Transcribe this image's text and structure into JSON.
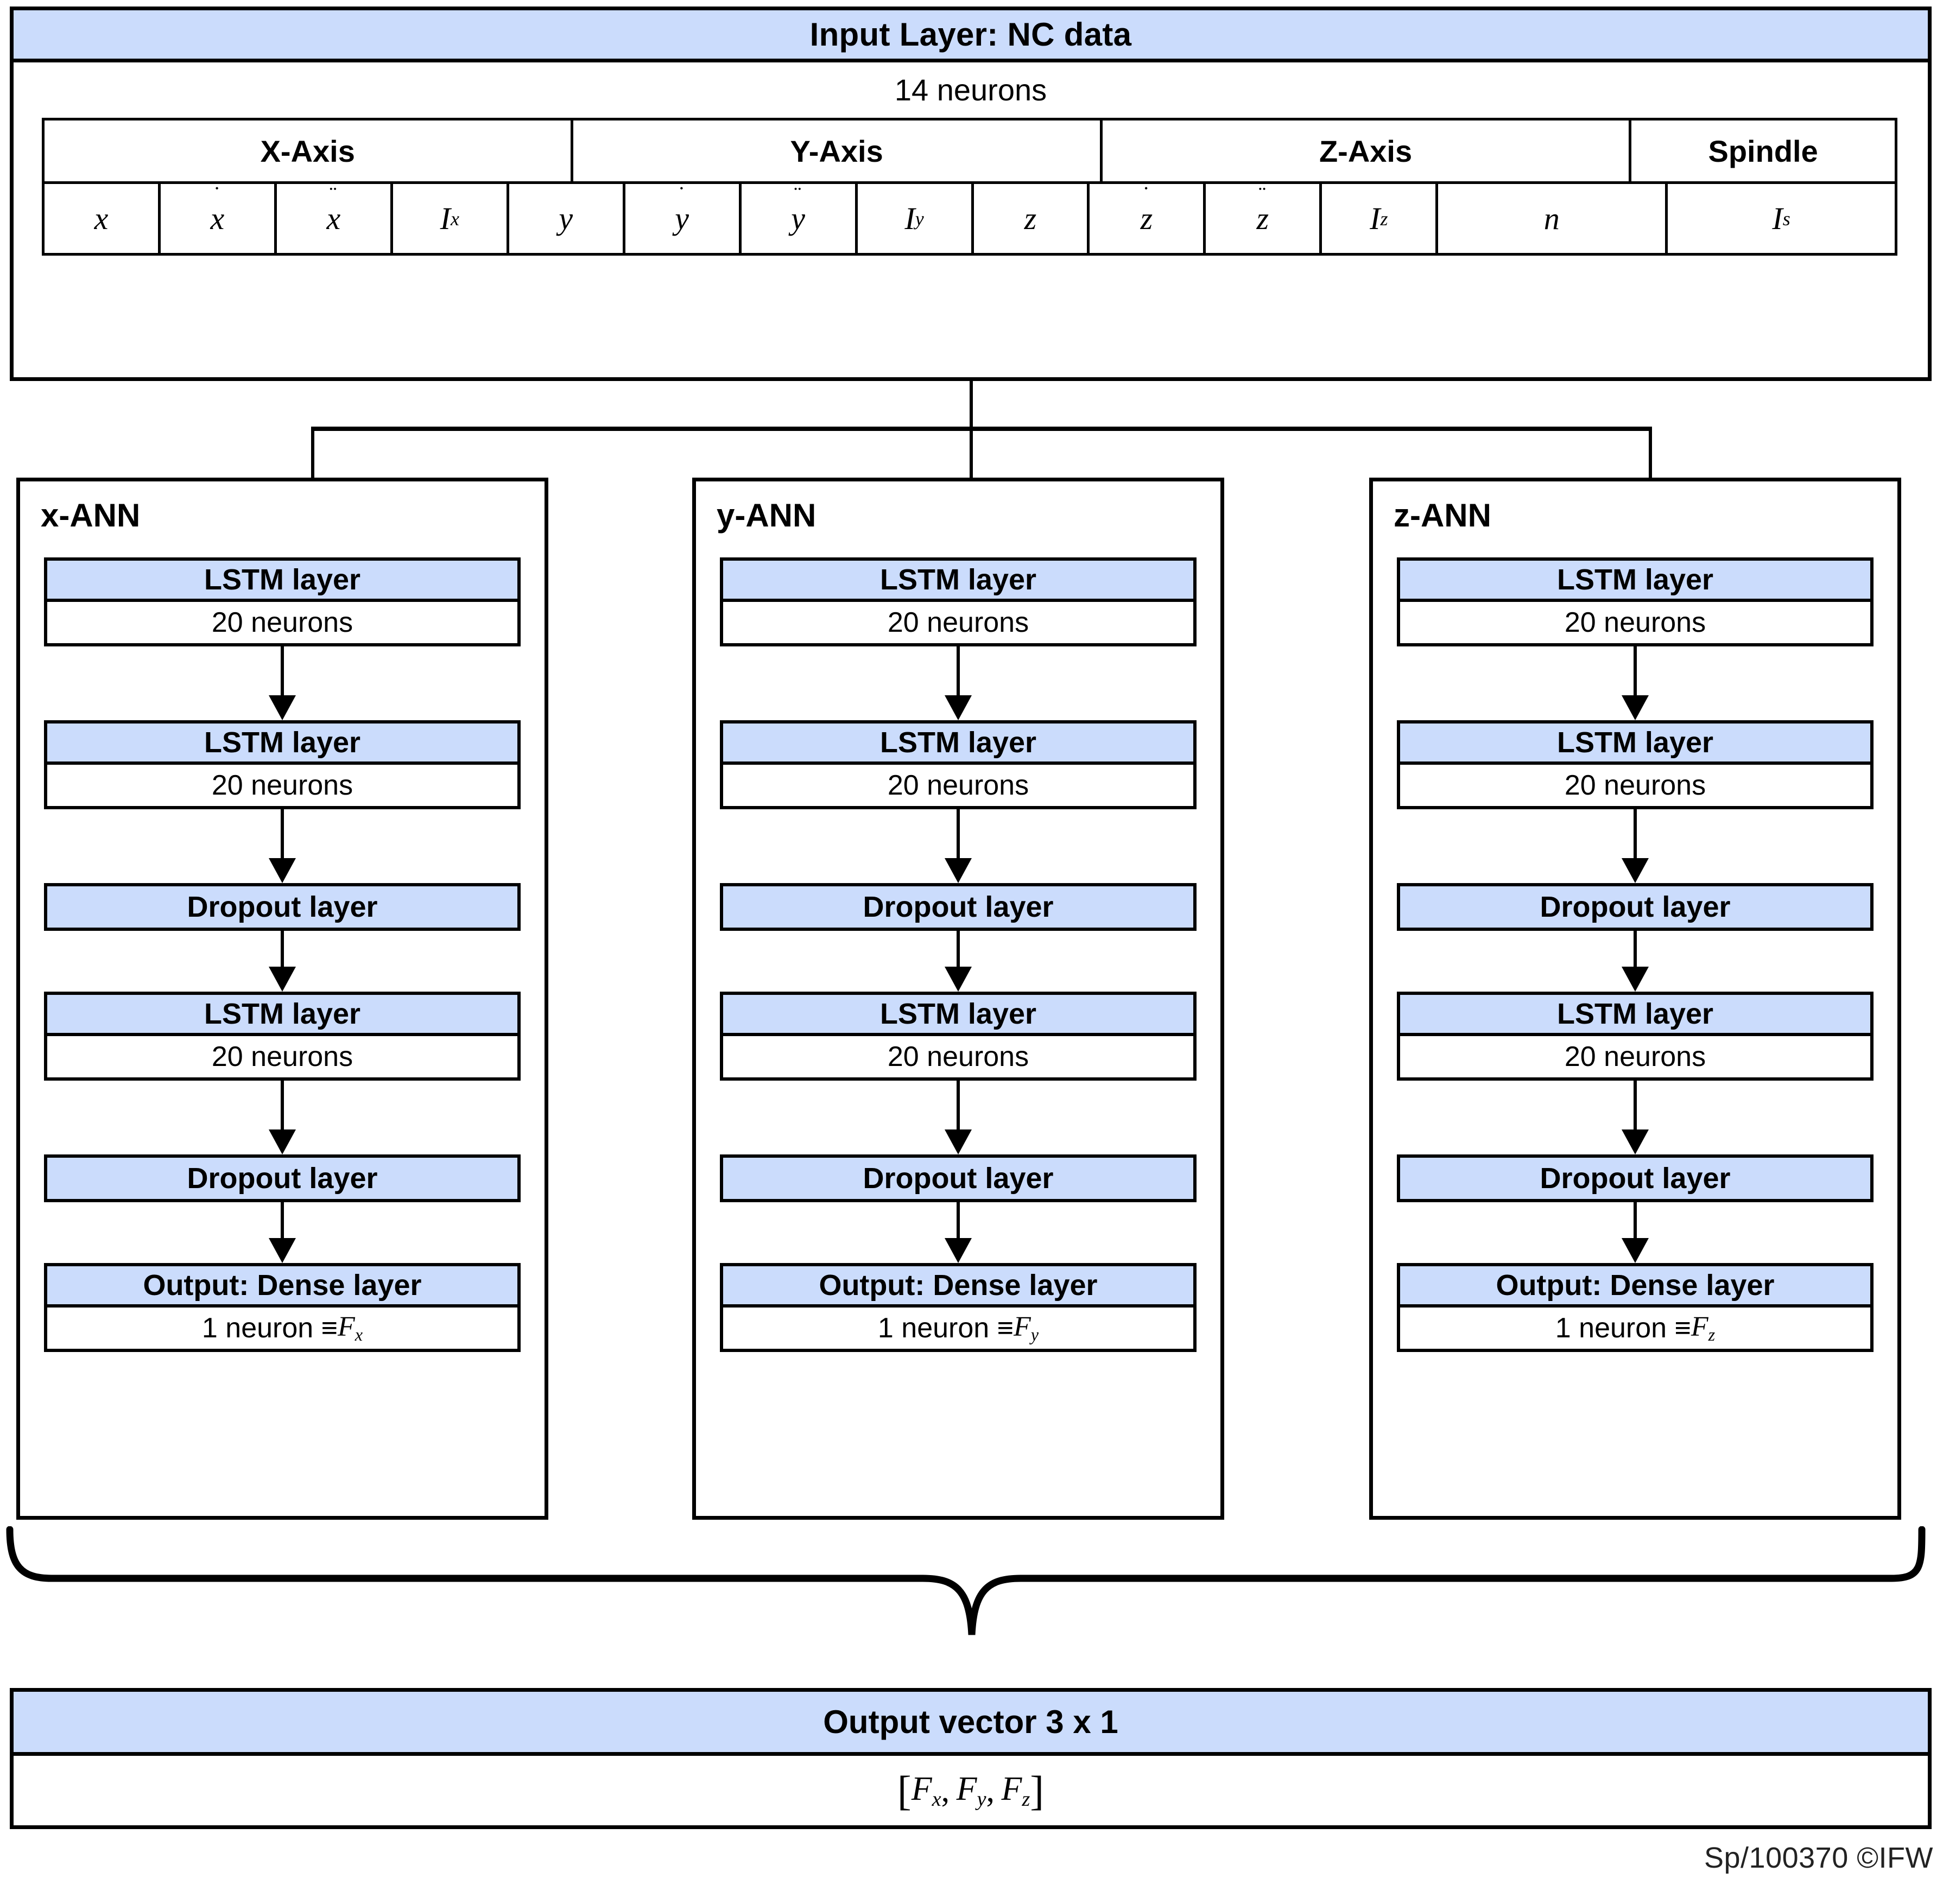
{
  "input_layer": {
    "title": "Input Layer: NC data",
    "neurons": "14 neurons",
    "axis_groups": [
      {
        "label": "X-Axis",
        "span": 4
      },
      {
        "label": "Y-Axis",
        "span": 4
      },
      {
        "label": "Z-Axis",
        "span": 4
      },
      {
        "label": "Spindle",
        "span": 2
      }
    ],
    "variables": [
      {
        "base": "x",
        "dots": "",
        "sub": ""
      },
      {
        "base": "x",
        "dots": "˙",
        "sub": ""
      },
      {
        "base": "x",
        "dots": "¨",
        "sub": ""
      },
      {
        "base": "I",
        "dots": "",
        "sub": "x"
      },
      {
        "base": "y",
        "dots": "",
        "sub": ""
      },
      {
        "base": "y",
        "dots": "˙",
        "sub": ""
      },
      {
        "base": "y",
        "dots": "¨",
        "sub": ""
      },
      {
        "base": "I",
        "dots": "",
        "sub": "y"
      },
      {
        "base": "z",
        "dots": "",
        "sub": ""
      },
      {
        "base": "z",
        "dots": "˙",
        "sub": ""
      },
      {
        "base": "z",
        "dots": "¨",
        "sub": ""
      },
      {
        "base": "I",
        "dots": "",
        "sub": "z"
      },
      {
        "base": "n",
        "dots": "",
        "sub": ""
      },
      {
        "base": "I",
        "dots": "",
        "sub": "s"
      }
    ]
  },
  "branches": [
    {
      "id": "x-ann",
      "title": "x-ANN",
      "layers": [
        {
          "name": "LSTM layer",
          "sub": "20 neurons",
          "sub_math": null
        },
        {
          "name": "LSTM layer",
          "sub": "20 neurons",
          "sub_math": null
        },
        {
          "name": "Dropout layer",
          "sub": null,
          "sub_math": null
        },
        {
          "name": "LSTM layer",
          "sub": "20 neurons",
          "sub_math": null
        },
        {
          "name": "Dropout layer",
          "sub": null,
          "sub_math": null
        },
        {
          "name": "Output: Dense layer",
          "sub": "1 neuron ≡ ",
          "sub_math": {
            "base": "F",
            "sub": "x"
          }
        }
      ]
    },
    {
      "id": "y-ann",
      "title": "y-ANN",
      "layers": [
        {
          "name": "LSTM layer",
          "sub": "20 neurons",
          "sub_math": null
        },
        {
          "name": "LSTM layer",
          "sub": "20 neurons",
          "sub_math": null
        },
        {
          "name": "Dropout layer",
          "sub": null,
          "sub_math": null
        },
        {
          "name": "LSTM layer",
          "sub": "20 neurons",
          "sub_math": null
        },
        {
          "name": "Dropout layer",
          "sub": null,
          "sub_math": null
        },
        {
          "name": "Output: Dense layer",
          "sub": "1 neuron ≡ ",
          "sub_math": {
            "base": "F",
            "sub": "y"
          }
        }
      ]
    },
    {
      "id": "z-ann",
      "title": "z-ANN",
      "layers": [
        {
          "name": "LSTM layer",
          "sub": "20 neurons",
          "sub_math": null
        },
        {
          "name": "LSTM layer",
          "sub": "20 neurons",
          "sub_math": null
        },
        {
          "name": "Dropout layer",
          "sub": null,
          "sub_math": null
        },
        {
          "name": "LSTM layer",
          "sub": "20 neurons",
          "sub_math": null
        },
        {
          "name": "Dropout layer",
          "sub": null,
          "sub_math": null
        },
        {
          "name": "Output: Dense layer",
          "sub": "1 neuron ≡ ",
          "sub_math": {
            "base": "F",
            "sub": "z"
          }
        }
      ]
    }
  ],
  "output_layer": {
    "title": "Output vector 3 x 1",
    "vector": [
      {
        "base": "F",
        "sub": "x"
      },
      {
        "base": "F",
        "sub": "y"
      },
      {
        "base": "F",
        "sub": "z"
      }
    ]
  },
  "credit": "Sp/100370 ©IFW",
  "colors": {
    "header_blue": "#cbdcfc",
    "line_black": "#000000",
    "background": "#ffffff"
  }
}
